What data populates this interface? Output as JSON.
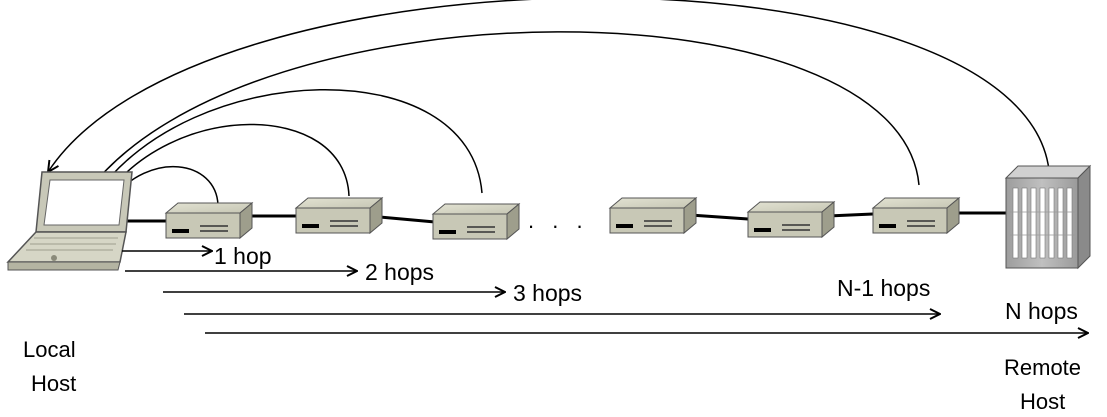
{
  "labels": {
    "local_host_line1": "Local",
    "local_host_line2": "Host",
    "remote_host_line1": "Remote",
    "remote_host_line2": "Host",
    "ellipsis": ". . ."
  },
  "hops": [
    {
      "label": "1 hop"
    },
    {
      "label": "2 hops"
    },
    {
      "label": "3 hops"
    },
    {
      "label": "N-1 hops"
    },
    {
      "label": "N hops"
    }
  ],
  "icons": {
    "local_host": "laptop-icon",
    "router": "router-icon",
    "remote_host": "server-icon"
  },
  "colors": {
    "device_top": "#d2d2c2",
    "device_front": "#b8b8a8",
    "device_side": "#9a9a88",
    "server_body": "#a9a9a9",
    "link": "#000000"
  }
}
